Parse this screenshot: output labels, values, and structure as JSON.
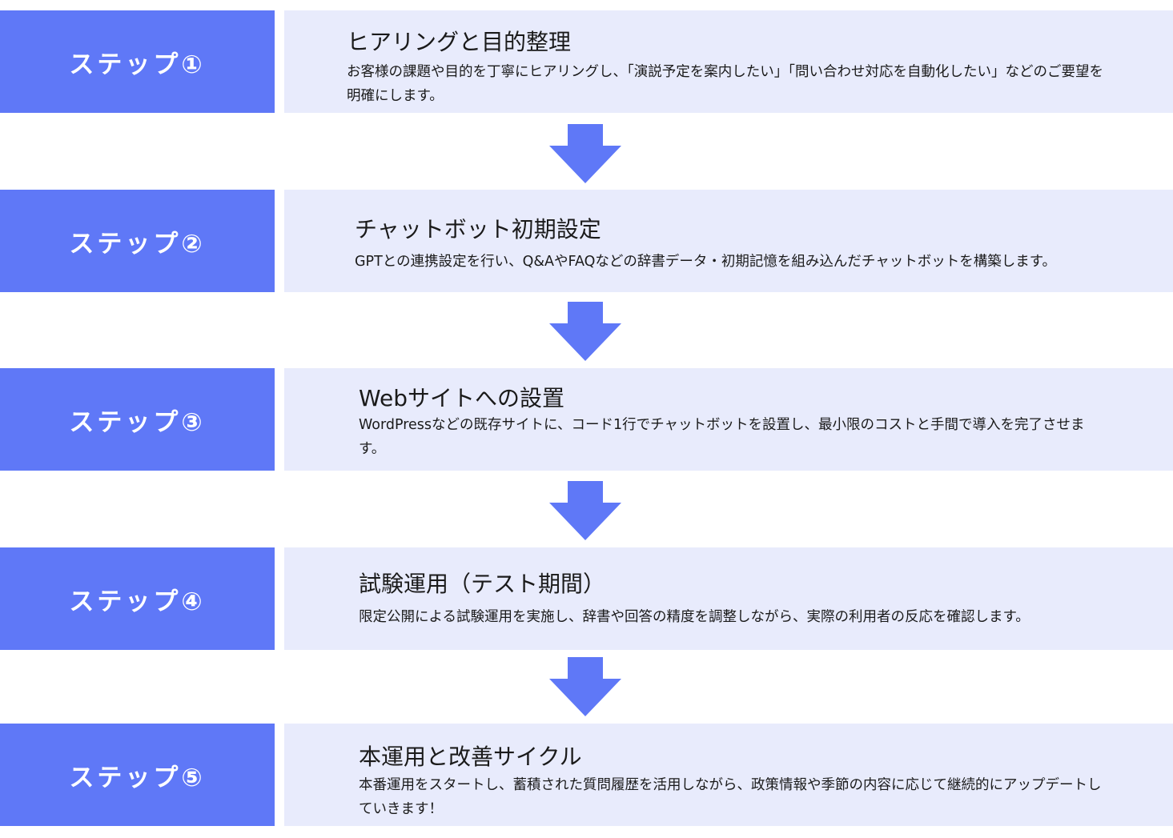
{
  "steps": [
    {
      "badge": "ステップ①",
      "title": "ヒアリングと目的整理",
      "description": "お客様の課題や目的を丁寧にヒアリングし、「演説予定を案内したい」「問い合わせ対応を自動化したい」などのご要望を明確にします。"
    },
    {
      "badge": "ステップ②",
      "title": "チャットボット初期設定",
      "description": "GPTとの連携設定を行い、Q&AやFAQなどの辞書データ・初期記憶を組み込んだチャットボットを構築します。"
    },
    {
      "badge": "ステップ③",
      "title": "Webサイトへの設置",
      "description": "WordPressなどの既存サイトに、コード1行でチャットボットを設置し、最小限のコストと手間で導入を完了させます。"
    },
    {
      "badge": "ステップ④",
      "title": "試験運用（テスト期間）",
      "description": "限定公開による試験運用を実施し、辞書や回答の精度を調整しながら、実際の利用者の反応を確認します。"
    },
    {
      "badge": "ステップ⑤",
      "title": "本運用と改善サイクル",
      "description": "本番運用をスタートし、蓄積された質問履歴を活用しながら、政策情報や季節の内容に応じて継続的にアップデートしていきます！"
    }
  ],
  "colors": {
    "badge": "#5f78f7",
    "panel": "#e8ebfc",
    "arrow": "#5f78f7"
  }
}
